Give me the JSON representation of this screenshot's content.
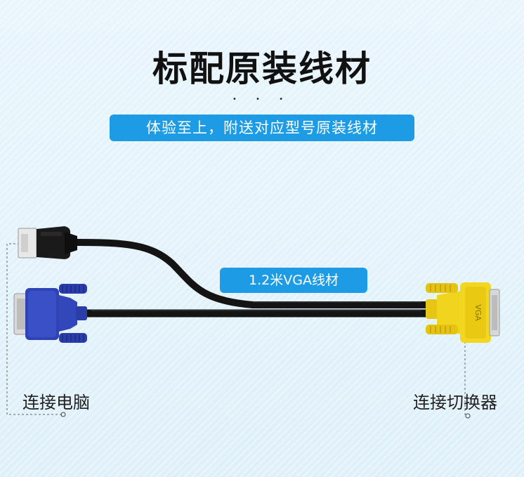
{
  "header": {
    "title": "标配原装线材",
    "subtitle": "体验至上，附送对应型号原装线材"
  },
  "cable": {
    "length_label": "1.2米VGA线材",
    "left_label": "连接电脑",
    "right_label": "连接切换器",
    "connector_text": "VGA"
  },
  "colors": {
    "accent": "#1e9be5",
    "vga_left": "#3046b8",
    "vga_right": "#f0d21a",
    "cable": "#111111"
  }
}
